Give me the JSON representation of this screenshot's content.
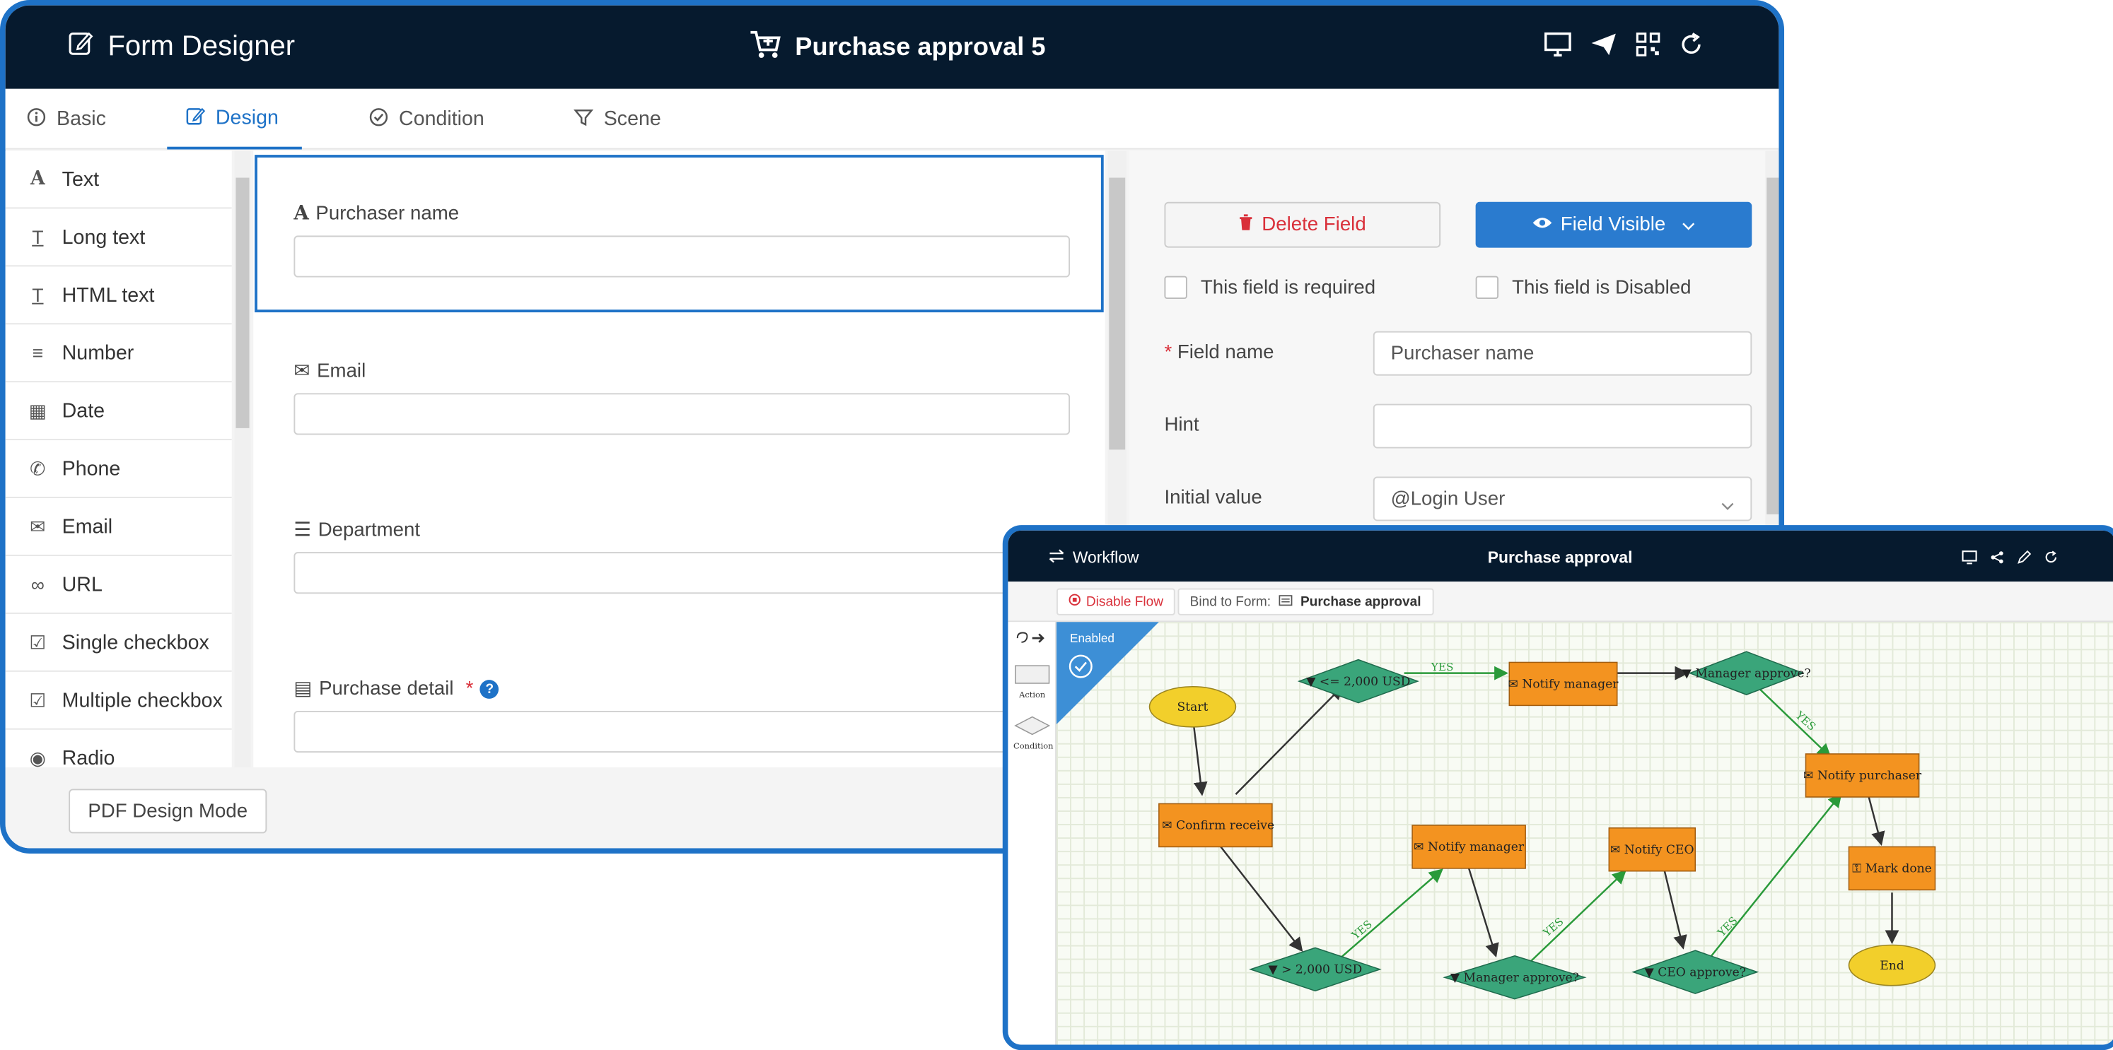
{
  "form_designer": {
    "brand": "Form Designer",
    "title": "Purchase approval 5",
    "toolbar_icons": [
      "desktop-icon",
      "send-icon",
      "qrcode-icon",
      "refresh-icon"
    ],
    "tabs": [
      {
        "label": "Basic",
        "icon": "info-icon",
        "active": false
      },
      {
        "label": "Design",
        "icon": "edit-icon",
        "active": true
      },
      {
        "label": "Condition",
        "icon": "check-circle-icon",
        "active": false
      },
      {
        "label": "Scene",
        "icon": "filter-icon",
        "active": false
      }
    ],
    "palette": [
      {
        "label": "Text",
        "icon": "A"
      },
      {
        "label": "Long text",
        "icon": "T"
      },
      {
        "label": "HTML text",
        "icon": "T"
      },
      {
        "label": "Number",
        "icon": "≡"
      },
      {
        "label": "Date",
        "icon": "▦"
      },
      {
        "label": "Phone",
        "icon": "✆"
      },
      {
        "label": "Email",
        "icon": "✉"
      },
      {
        "label": "URL",
        "icon": "∞"
      },
      {
        "label": "Single checkbox",
        "icon": "☑"
      },
      {
        "label": "Multiple checkbox",
        "icon": "☑"
      },
      {
        "label": "Radio",
        "icon": "◉"
      }
    ],
    "fields": [
      {
        "label": "Purchaser name",
        "icon": "A",
        "required": false
      },
      {
        "label": "Email",
        "icon": "✉",
        "required": false
      },
      {
        "label": "Department",
        "icon": "☰",
        "required": false
      },
      {
        "label": "Purchase detail",
        "icon": "▤",
        "required": true
      }
    ],
    "required_mark": "*",
    "help_mark": "?",
    "props": {
      "delete_label": "Delete Field",
      "visible_label": "Field Visible",
      "required_label": "This field is required",
      "disabled_label": "This field is Disabled",
      "field_name_label": "Field name",
      "field_name_value": "Purchaser name",
      "hint_label": "Hint",
      "hint_value": "",
      "initial_label": "Initial value",
      "initial_value": "@Login User"
    },
    "pdf_button": "PDF Design Mode",
    "accent_color": "#1e72c7",
    "header_color": "#061a2e"
  },
  "workflow": {
    "brand": "Workflow",
    "title": "Purchase approval",
    "disable_label": "Disable Flow",
    "bind_label": "Bind to Form:",
    "bind_value": "Purchase approval",
    "status": "Enabled",
    "tools": [
      {
        "label": "Action",
        "icon": "rect-shape"
      },
      {
        "label": "Condition",
        "icon": "diamond-shape"
      }
    ],
    "nodes": {
      "start": "Start",
      "confirm": "Confirm receive",
      "le2000": "<= 2,000 USD",
      "gt2000": "> 2,000 USD",
      "notify_mgr_1": "Notify manager",
      "mgr_approve_1": "Manager approve?",
      "notify_mgr_2": "Notify manager",
      "mgr_approve_2": "Manager approve?",
      "notify_ceo": "Notify CEO",
      "ceo_approve": "CEO approve?",
      "notify_purchaser": "Notify purchaser",
      "mark_done": "Mark done",
      "end": "End"
    },
    "yes_label": "YES",
    "node_colors": {
      "action": "#f39320",
      "condition": "#3aa57a",
      "terminal": "#f2cf2b",
      "yes_edge": "#2a9a3a"
    }
  }
}
